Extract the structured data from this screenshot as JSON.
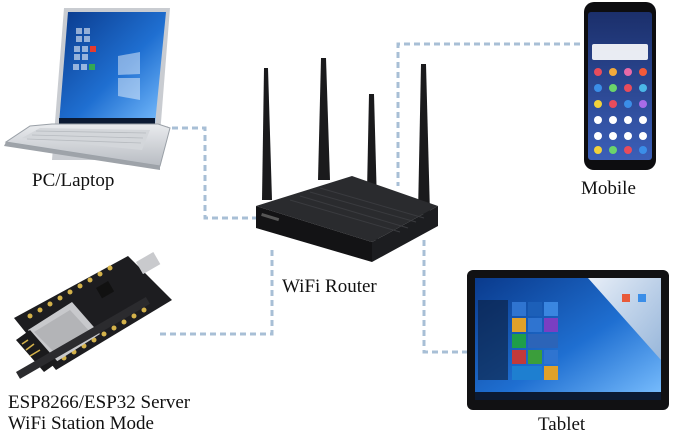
{
  "labels": {
    "laptop": "PC/Laptop",
    "mobile": "Mobile",
    "router": "WiFi Router",
    "tablet": "Tablet",
    "esp_line1": "ESP8266/ESP32 Server",
    "esp_line2": "WiFi Station Mode"
  },
  "colors": {
    "connector": "#a8bfd6",
    "background": "#ffffff",
    "label_text": "#111111"
  },
  "icons": [
    "laptop-icon",
    "mobile-phone-icon",
    "wifi-router-icon",
    "tablet-icon",
    "esp-board-icon"
  ]
}
